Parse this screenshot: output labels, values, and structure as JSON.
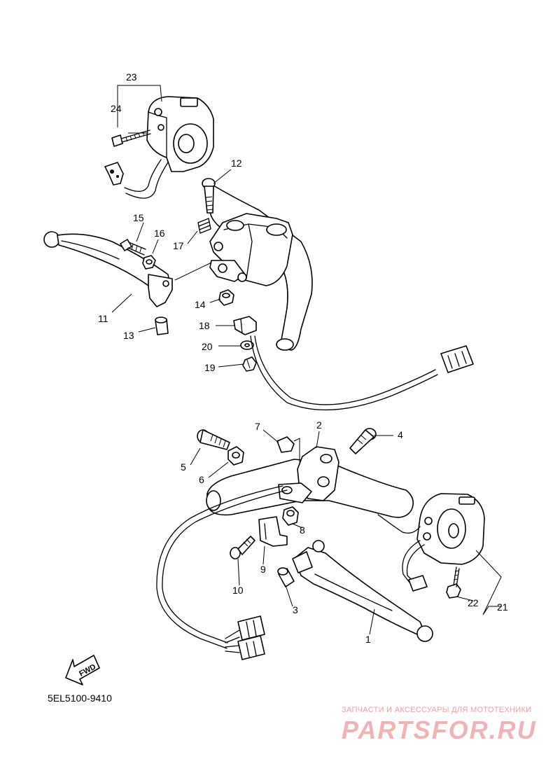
{
  "diagram": {
    "part_numbers": [
      "1",
      "2",
      "3",
      "4",
      "5",
      "6",
      "7",
      "8",
      "9",
      "10",
      "11",
      "12",
      "13",
      "14",
      "15",
      "16",
      "17",
      "18",
      "19",
      "20",
      "21",
      "22",
      "23",
      "24"
    ],
    "arrow_label": "FWD",
    "diagram_code": "5EL5100-9410"
  },
  "watermark": {
    "caption": "ЗАПЧАСТИ И АКСЕССУАРЫ ДЛЯ МОТОТЕХНИКИ",
    "logo_text": "PARTSFOR.RU"
  }
}
